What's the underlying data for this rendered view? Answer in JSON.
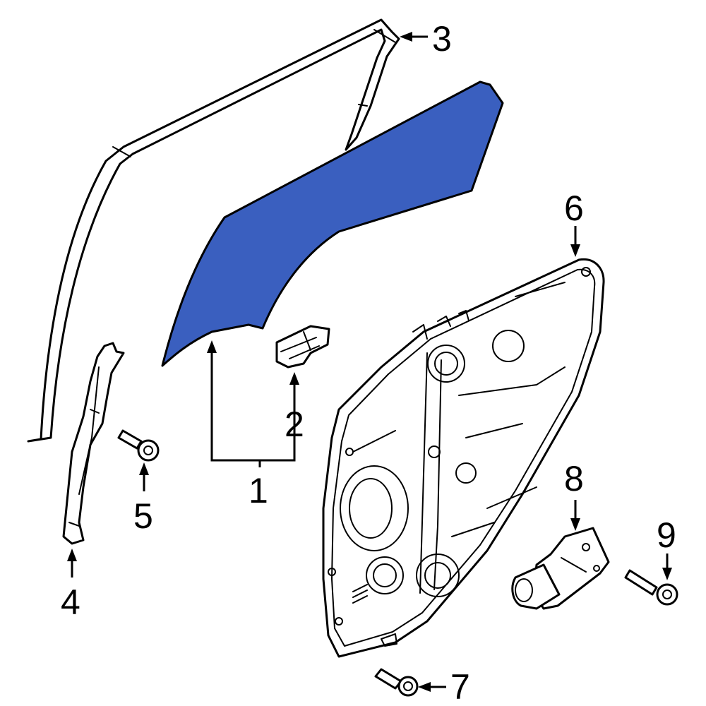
{
  "diagram": {
    "highlight_color": "#3a5fbf",
    "callouts": {
      "c1": "1",
      "c2": "2",
      "c3": "3",
      "c4": "4",
      "c5": "5",
      "c6": "6",
      "c7": "7",
      "c8": "8",
      "c9": "9"
    }
  }
}
